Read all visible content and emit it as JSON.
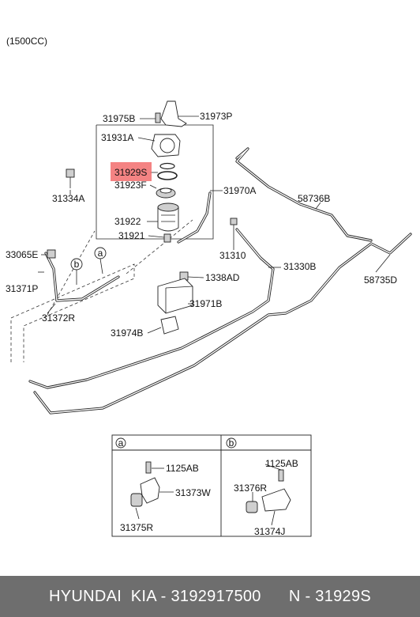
{
  "engine_note": "(1500CC)",
  "highlight_color": "#f26d6d",
  "labels": {
    "p31975B": "31975B",
    "p31973P": "31973P",
    "p31931A": "31931A",
    "p31929S": "31929S",
    "p31923F": "31923F",
    "p31970A": "31970A",
    "p31334A": "31334A",
    "p58736B": "58736B",
    "p31922": "31922",
    "p31921": "31921",
    "p33065E": "33065E",
    "p31310": "31310",
    "p31330B": "31330B",
    "p58735D": "58735D",
    "p31371P": "31371P",
    "p1338AD": "1338AD",
    "p31971B": "31971B",
    "p31372R": "31372R",
    "p31974B": "31974B"
  },
  "callouts": {
    "a": "a",
    "b": "b"
  },
  "inset_a": {
    "letter": "a",
    "bolt": "1125AB",
    "bracket": "31373W",
    "grommet": "31375R"
  },
  "inset_b": {
    "letter": "b",
    "bolt": "1125AB",
    "clip": "31376R",
    "bracket": "31374J"
  },
  "footer": {
    "brand": "HYUNDAI  KIA - 3192917500",
    "part": "N - 31929S"
  }
}
